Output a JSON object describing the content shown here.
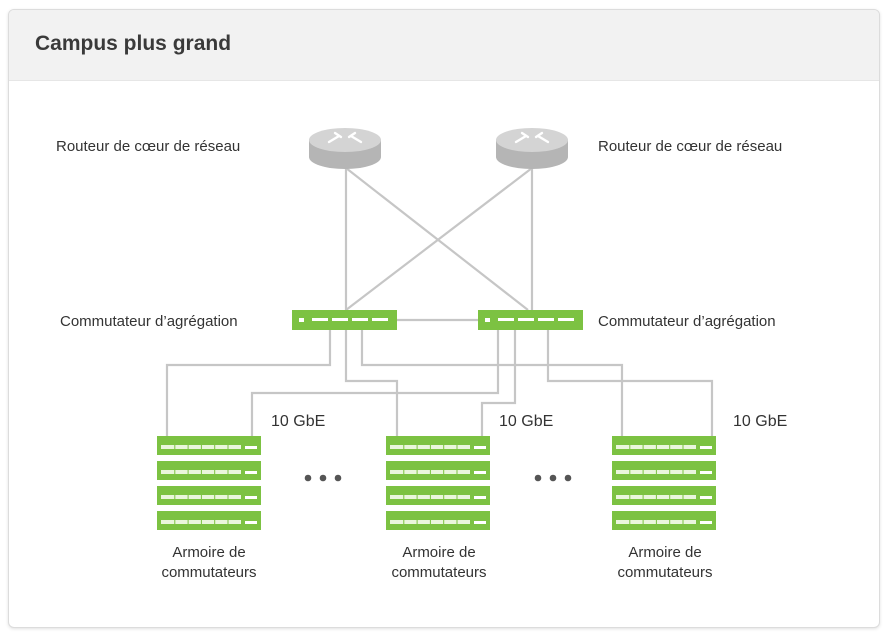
{
  "header": {
    "title": "Campus plus grand"
  },
  "labels": {
    "core_router_left": "Routeur de cœur de réseau",
    "core_router_right": "Routeur de cœur de réseau",
    "aggregation_left": "Commutateur d’agrégation",
    "aggregation_right": "Commutateur d’agrégation",
    "link_speed_1": "10 GbE",
    "link_speed_2": "10 GbE",
    "link_speed_3": "10 GbE",
    "cabinet_1_line1": "Armoire de",
    "cabinet_1_line2": "commutateurs",
    "cabinet_2_line1": "Armoire de",
    "cabinet_2_line2": "commutateurs",
    "cabinet_3_line1": "Armoire de",
    "cabinet_3_line2": "commutateurs"
  },
  "colors": {
    "switch_green": "#7cc242",
    "line_gray": "#c6c6c6",
    "router_gray": "#c9c9c9",
    "dots": "#555555"
  },
  "icons": [
    "router-icon",
    "aggregation-switch-icon",
    "access-switch-icon",
    "ellipsis-icon"
  ]
}
